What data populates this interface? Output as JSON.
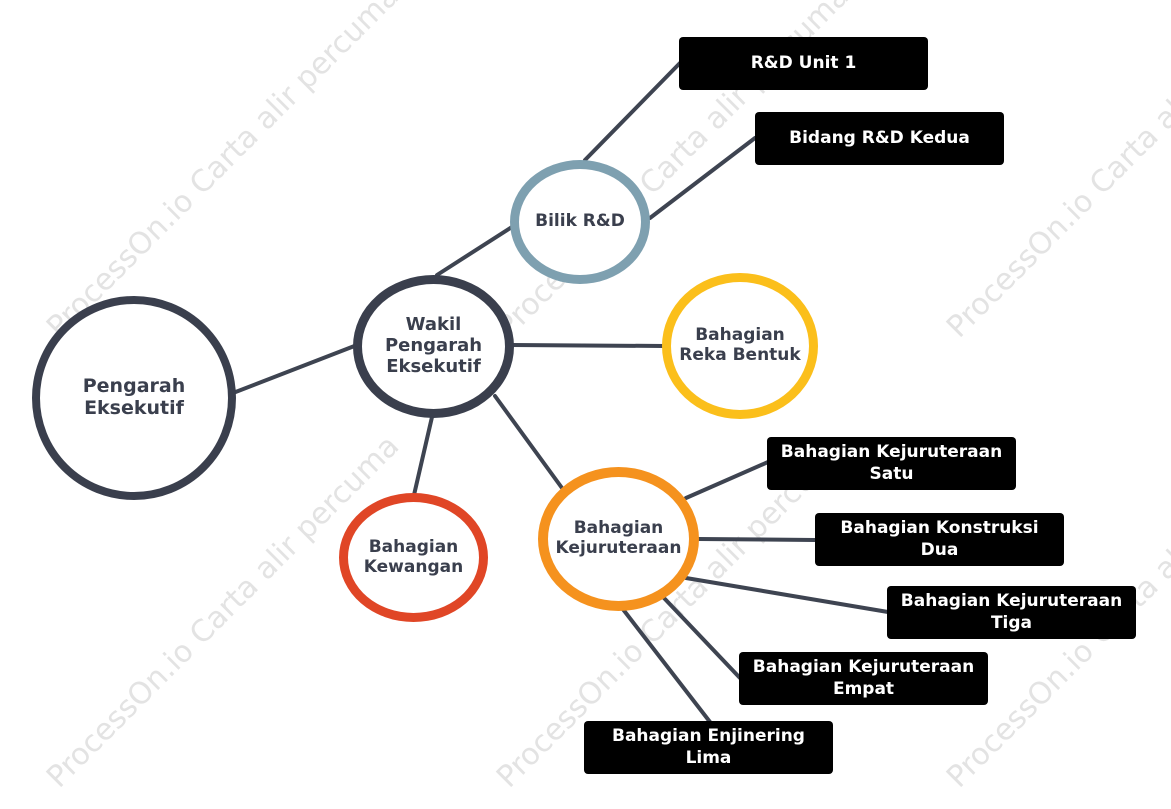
{
  "watermark": "ProcessOn.io Carta alir percuma",
  "colors": {
    "line": "#3e4451",
    "dark": "#3a3f4d",
    "teal": "#7ea0b0",
    "yellow": "#fbbf1b",
    "orange": "#f5921e",
    "red": "#e04626",
    "box": "#000000"
  },
  "nodes": {
    "pengarah": "Pengarah\nEksekutif",
    "wakil": "Wakil\nPengarah\nEksekutif",
    "bilik_rd": "Bilik R&D",
    "reka_bentuk": "Bahagian\nReka Bentuk",
    "kewangan": "Bahagian\nKewangan",
    "kejuruteraan": "Bahagian\nKejuruteraan"
  },
  "boxes": {
    "rd_unit_1": "R&D Unit 1",
    "rd_kedua": "Bidang R&D Kedua",
    "kej_satu": "Bahagian Kejuruteraan\nSatu",
    "konstruksi_dua": "Bahagian Konstruksi\nDua",
    "kej_tiga": "Bahagian Kejuruteraan\nTiga",
    "kej_empat": "Bahagian Kejuruteraan\nEmpat",
    "enjinering_lima": "Bahagian Enjinering\nLima"
  }
}
